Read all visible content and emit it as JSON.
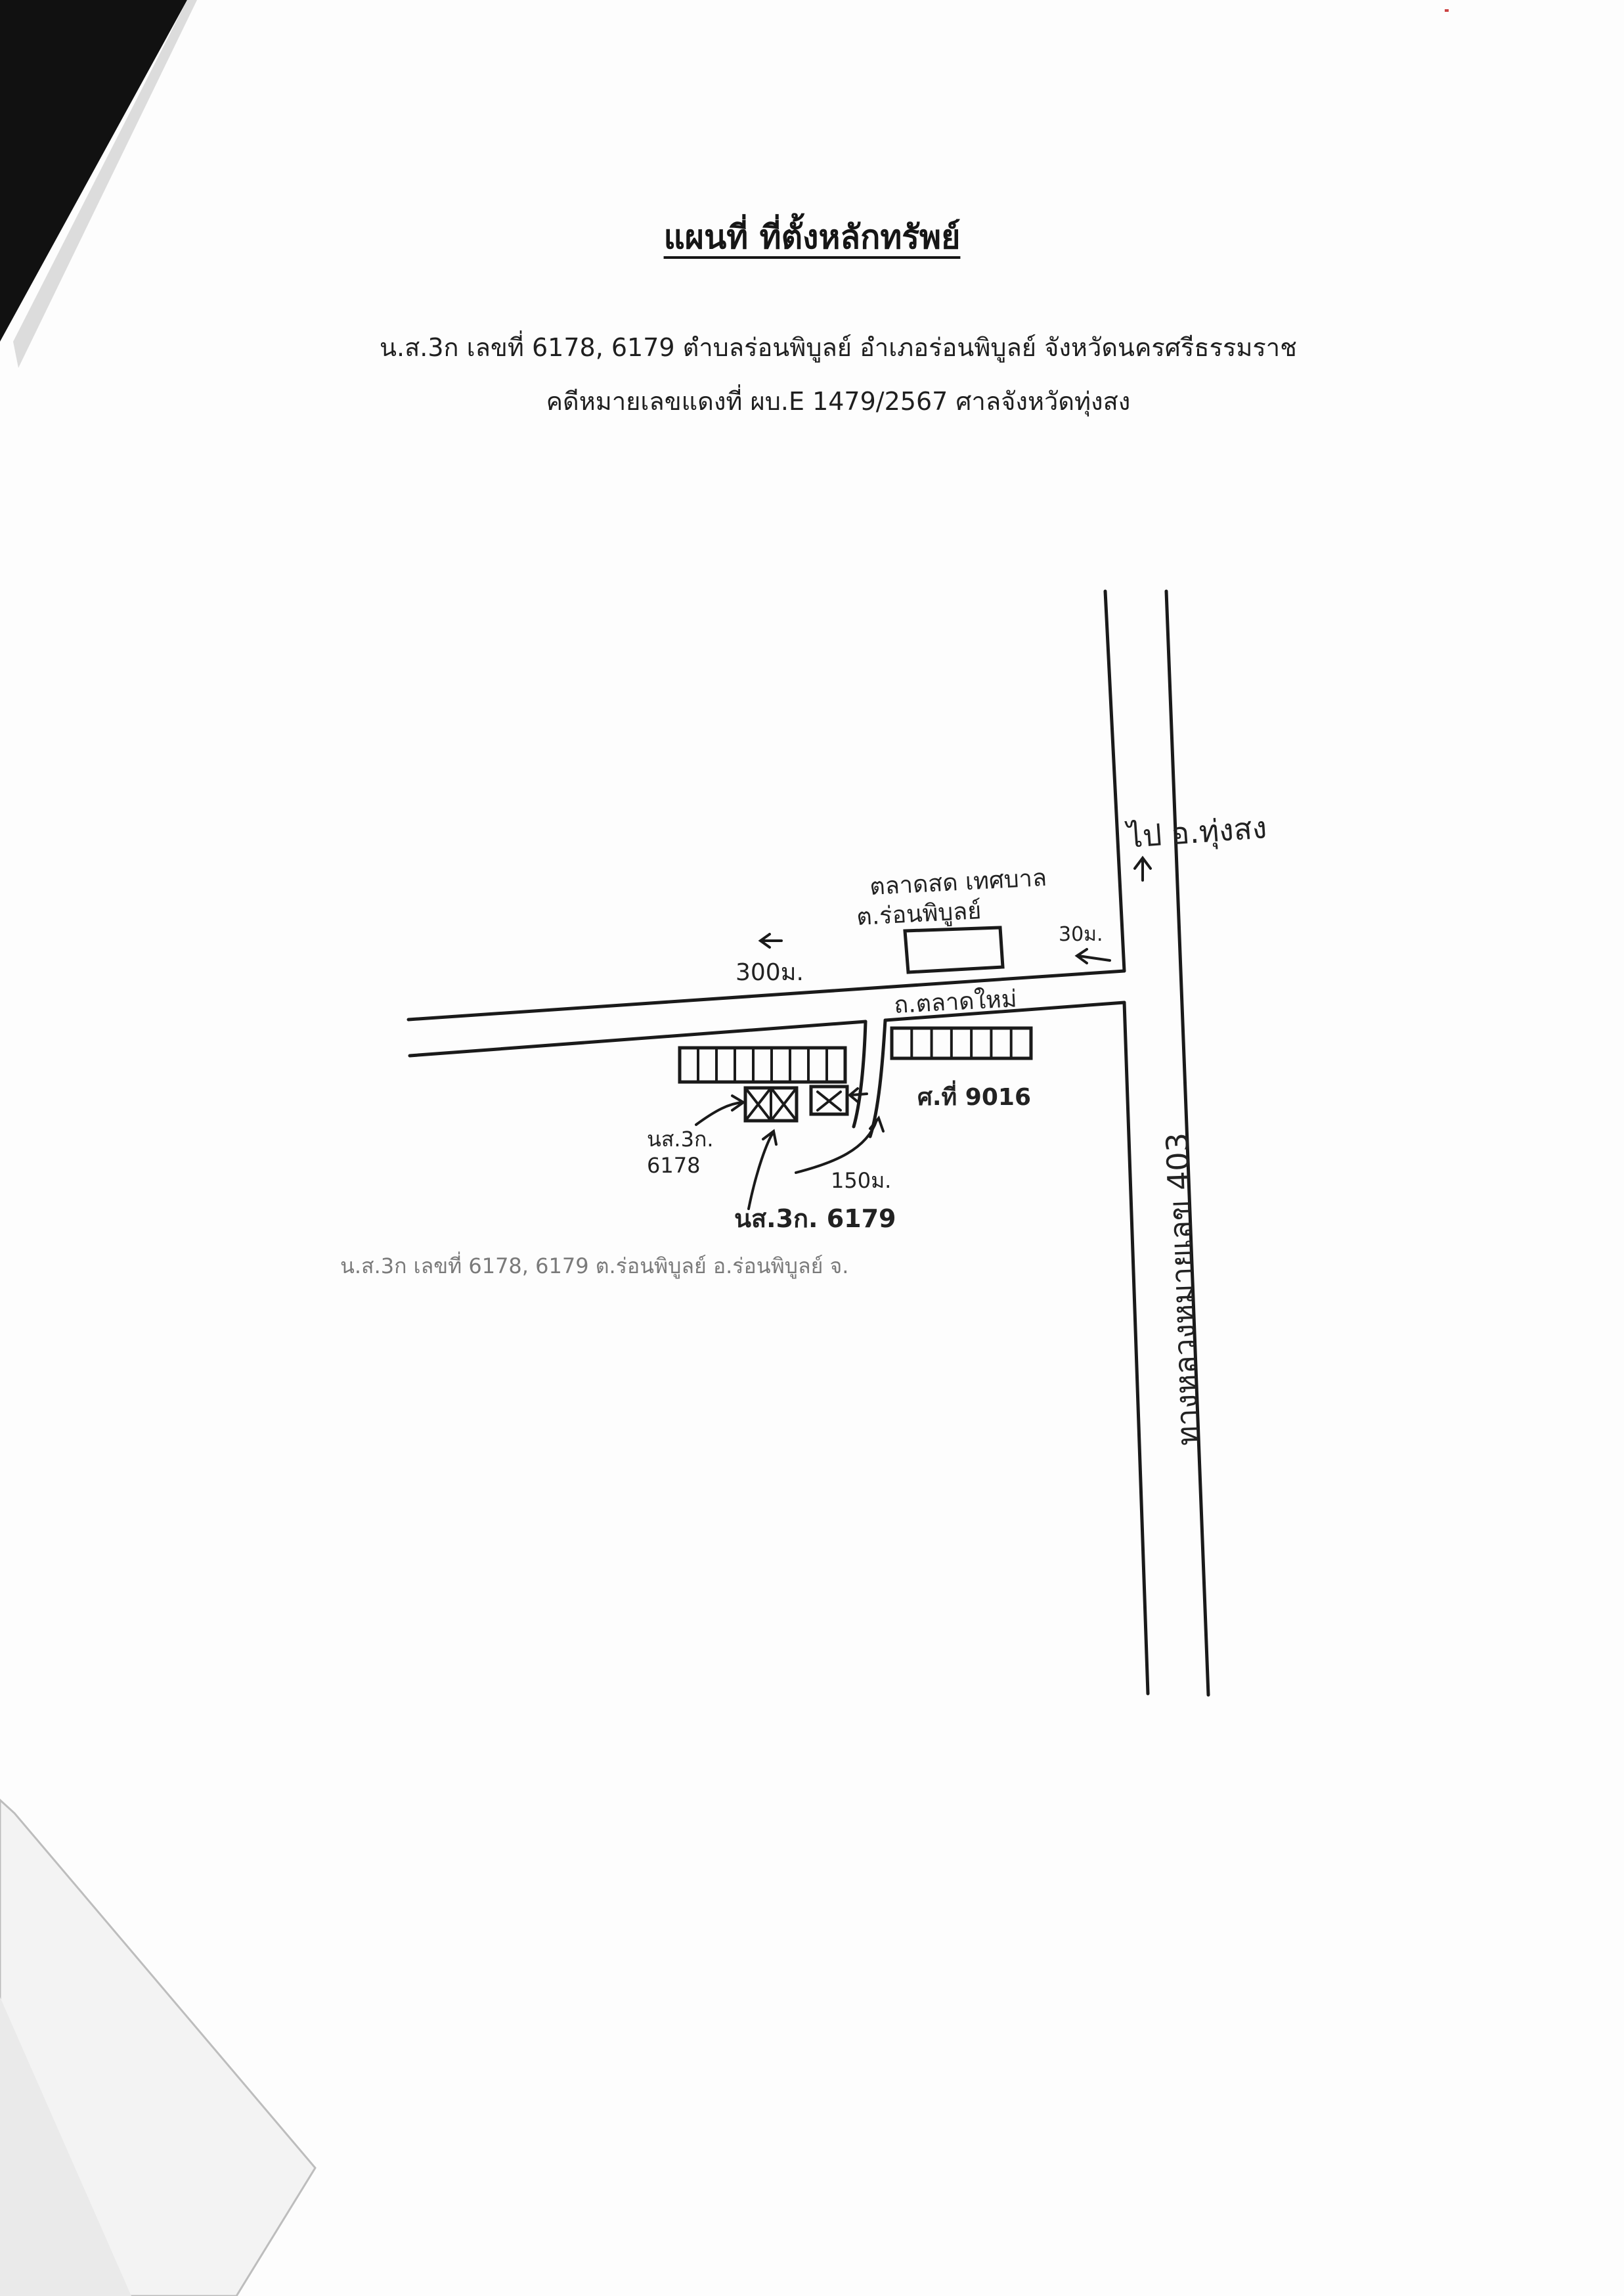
{
  "document": {
    "title": "แผนที่ ที่ตั้งหลักทรัพย์",
    "line1": "น.ส.3ก เลขที่  6178, 6179  ตำบลร่อนพิบูลย์ อำเภอร่อนพิบูลย์ จังหวัดนครศรีธรรมราช",
    "line2": "คดีหมายเลขแดงที่ ผบ.E 1479/2567    ศาลจังหวัดทุ่งสง",
    "faint_caption": "น.ส.3ก เลขที่  6178, 6179  ต.ร่อนพิบูลย์ อ.ร่อนพิบูลย์ จ."
  },
  "map": {
    "labels": {
      "to_thungsong": "ไป อ.ทุ่งสง",
      "market_line1": "ตลาดสด เทศบาล",
      "market_line2": "ต.ร่อนพิบูลย์",
      "dist_30m": "30ม.",
      "dist_300m": "300ม.",
      "road_name": "ถ.ตลาดใหม่",
      "highway": "ทางหลวงหมายเลข 403",
      "parcel_6178_a": "นส.3ก.",
      "parcel_6178_b": "6178",
      "parcel_6179": "นส.3ก. 6179",
      "dist_150m": "150ม.",
      "house_no": "ศ.ที่ 9016"
    }
  }
}
